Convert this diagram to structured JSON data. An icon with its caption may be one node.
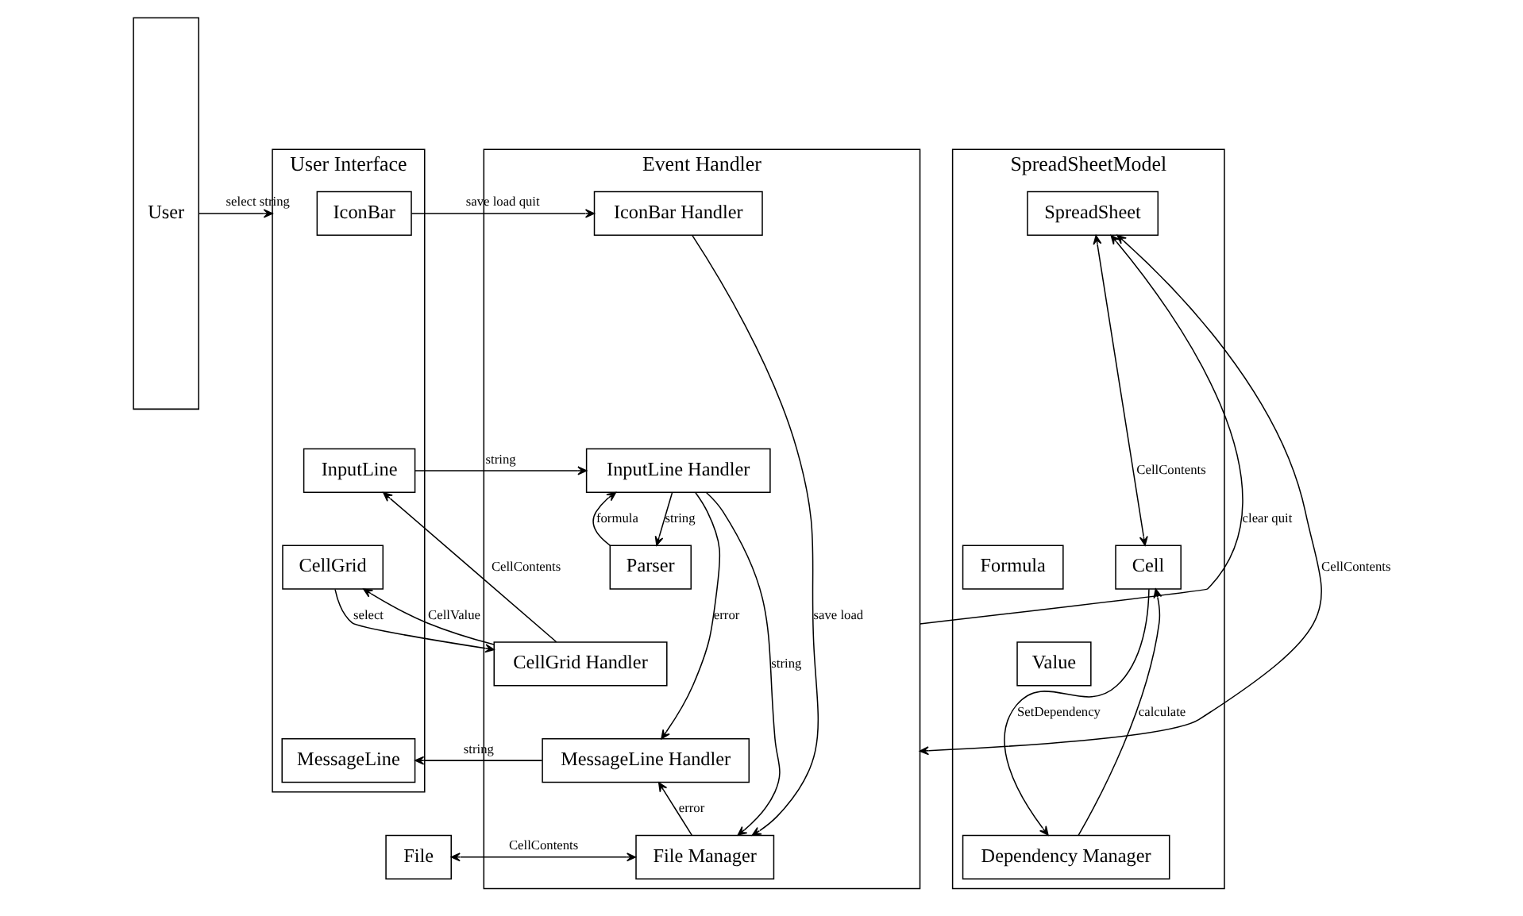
{
  "diagram": {
    "nodes": [
      {
        "text": [
          "User"
        ]
      },
      {
        "text": [
          "User Interface"
        ]
      },
      {
        "text": [
          "IconBar"
        ],
        "in": 1
      },
      {
        "text": [
          "InputLine"
        ],
        "in": 1
      },
      {
        "text": [
          "CellGrid"
        ],
        "in": 1
      },
      {
        "text": [
          "MessageLine"
        ],
        "in": 1
      },
      {
        "text": [
          "Event Handler"
        ]
      },
      {
        "text": [
          "IconBar Handler"
        ],
        "in": 6
      },
      {
        "text": [
          "InputLine Handler"
        ],
        "in": 6
      },
      {
        "text": [
          "Parser"
        ],
        "in": 6
      },
      {
        "text": [
          "CellGrid Handler"
        ],
        "in": 6
      },
      {
        "text": [
          "MessageLine Handler"
        ],
        "in": 6
      },
      {
        "text": [
          "File Manager"
        ],
        "in": 6
      },
      {
        "text": [
          "File"
        ]
      },
      {
        "text": [
          "SpreadSheetModel"
        ]
      },
      {
        "text": [
          "SpreadSheet"
        ],
        "in": 14
      },
      {
        "text": [
          "Cell"
        ],
        "in": 14
      },
      {
        "text": [
          "Value"
        ],
        "in": 14
      },
      {
        "text": [
          "Formula"
        ],
        "in": 14
      },
      {
        "text": [
          "Dependency Manager"
        ],
        "in": 14
      }
    ],
    "edges": [
      {
        "from": 0,
        "to": 1,
        "arrow": "to",
        "label": "select string"
      },
      {
        "from": 2,
        "to": 7,
        "arrow": "to",
        "label": "save load quit"
      },
      {
        "from": 7,
        "to": 12,
        "arrow": "to",
        "label": "save load"
      },
      {
        "from": 6,
        "to": 15,
        "arrow": "to",
        "label": "clear quit"
      },
      {
        "from": 6,
        "to": 15,
        "arrow": "both",
        "label": "CellContents"
      },
      {
        "from": 3,
        "to": 8,
        "arrow": "to",
        "label": "string"
      },
      {
        "from": 8,
        "to": 12,
        "arrow": "to",
        "label": "string"
      },
      {
        "from": 8,
        "to": 11,
        "arrow": "to",
        "label": "error"
      },
      {
        "from": 8,
        "to": 9,
        "arrow": "to",
        "label": "string"
      },
      {
        "from": 9,
        "to": 8,
        "arrow": "to",
        "label": "formula"
      },
      {
        "from": 10,
        "to": 3,
        "arrow": "to",
        "label": "CellContents"
      },
      {
        "from": 10,
        "to": 4,
        "arrow": "to",
        "label": "CellValue"
      },
      {
        "from": 4,
        "to": 10,
        "arrow": "to",
        "label": "select"
      },
      {
        "from": 11,
        "to": 5,
        "arrow": "to",
        "label": "string"
      },
      {
        "from": 12,
        "to": 11,
        "arrow": "to",
        "label": "error"
      },
      {
        "from": 13,
        "to": 12,
        "arrow": "both",
        "label": "CellContents"
      },
      {
        "from": 15,
        "to": 16,
        "arrow": "both",
        "label": "CellContents"
      },
      {
        "from": 16,
        "to": 19,
        "arrow": "to",
        "label": "SetDependency"
      },
      {
        "from": 19,
        "to": 16,
        "arrow": "to",
        "label": "calculate"
      }
    ]
  }
}
